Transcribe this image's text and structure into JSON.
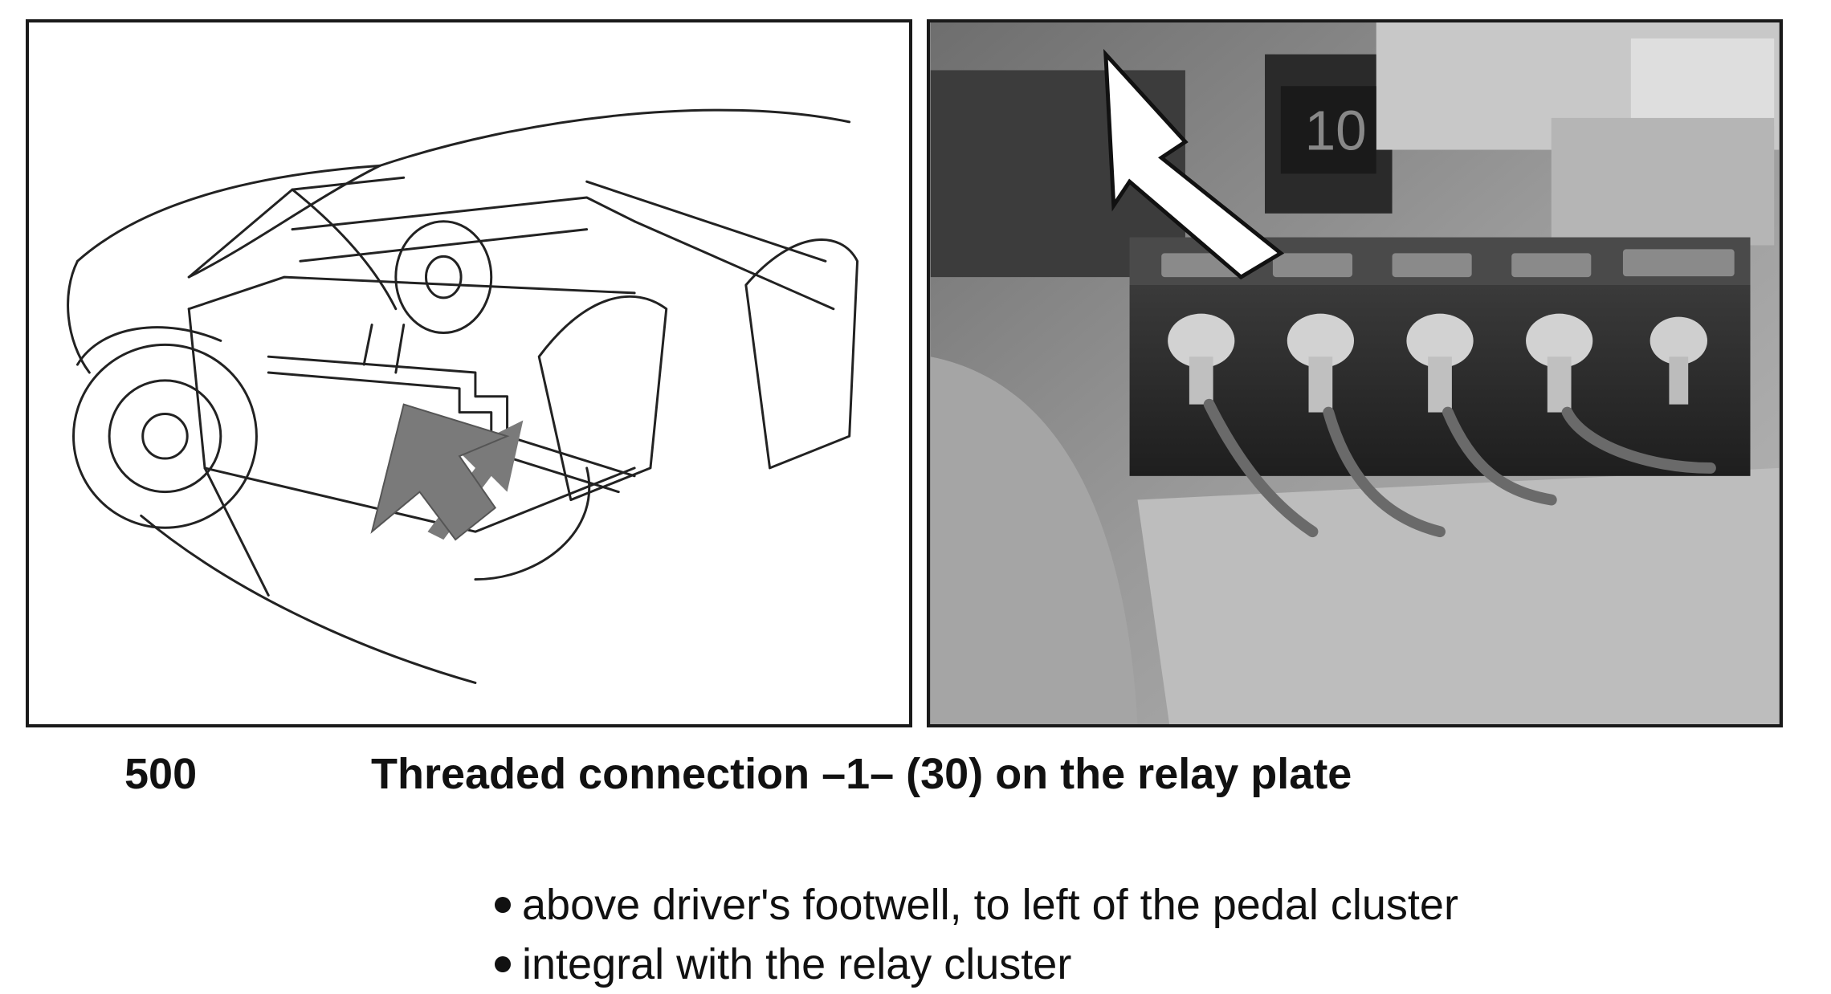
{
  "figure": {
    "left_panel": {
      "kind": "line-drawing",
      "subject": "car interior cutaway with arrow pointing to driver's footwell",
      "arrow_color": "#7a7a7a"
    },
    "right_panel": {
      "kind": "photograph",
      "subject": "relay plate with five threaded terminals, white arrow pointing to terminal 1",
      "arrow_color": "#ffffff",
      "fuse_label": "10",
      "terminal_labels": [
        "",
        "",
        "",
        "",
        ""
      ]
    }
  },
  "caption": {
    "number": "500",
    "title": "Threaded connection –1– (30) on the relay plate"
  },
  "bullets": [
    "above driver's footwell, to left of the pedal cluster",
    "integral with the relay cluster"
  ]
}
